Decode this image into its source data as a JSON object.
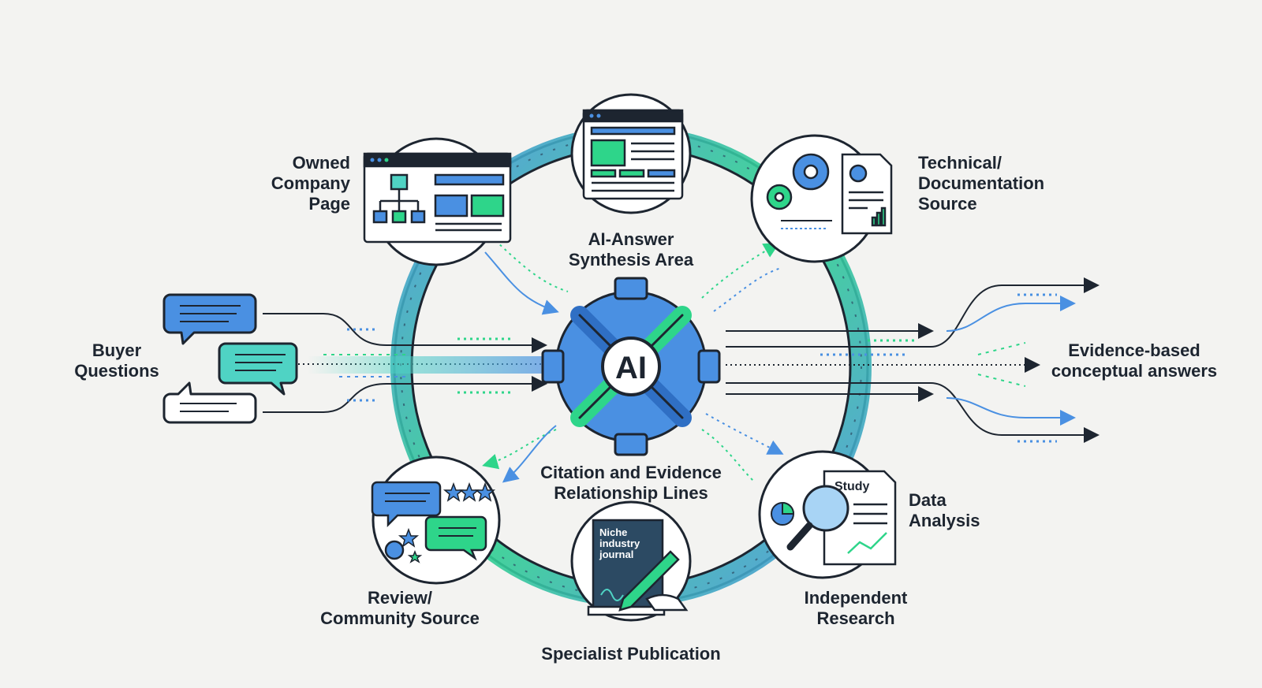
{
  "colors": {
    "ink": "#1d2530",
    "blue": "#4a90e2",
    "blue_dark": "#2f6fc4",
    "green": "#2ed58a",
    "teal": "#4fd3c4",
    "ring_dark": "#2c4a63",
    "background": "#f3f3f1"
  },
  "labels": {
    "owned_company_page": "Owned\nCompany\nPage",
    "ai_answer_area": "AI-Answer\nSynthesis Area",
    "technical_source": "Technical/\nDocumentation\nSource",
    "buyer_questions": "Buyer\nQuestions",
    "evidence_answers": "Evidence-based\nconceptual answers",
    "citation_lines": "Citation and Evidence\nRelationship Lines",
    "data_analysis": "Data\nAnalysis",
    "review_source": "Review/\nCommunity Source",
    "independent_research": "Independent\nResearch",
    "specialist_publication": "Specialist Publication"
  },
  "hub": {
    "text": "AI"
  },
  "icon_text": {
    "journal": "Niche\nindustry\njournal",
    "study": "Study"
  },
  "icons": [
    "browser-window-icon",
    "org-chart-icon",
    "gear-icon",
    "document-icon",
    "chat-bubble-icon",
    "star-rating-icon",
    "journal-icon",
    "pen-hand-icon",
    "magnifier-icon",
    "pie-chart-icon"
  ]
}
